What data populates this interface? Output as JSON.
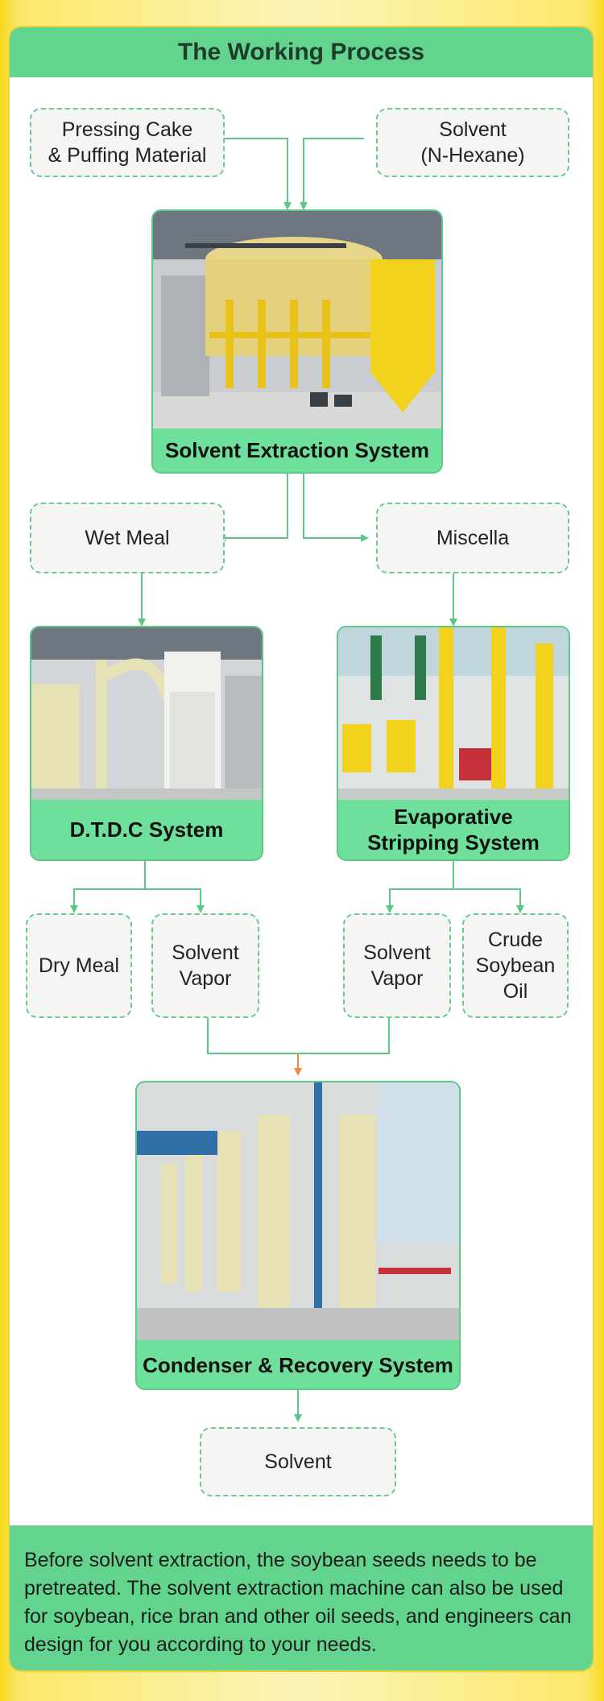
{
  "title": "The Working Process",
  "inputs": {
    "pressing_cake": "Pressing Cake\n& Puffing Material",
    "solvent_in": "Solvent\n(N-Hexane)"
  },
  "systems": {
    "extraction": "Solvent Extraction System",
    "dtdc": "D.T.D.C System",
    "evaporative": "Evaporative\nStripping System",
    "condenser": "Condenser & Recovery System"
  },
  "outputs": {
    "wet_meal": "Wet Meal",
    "miscella": "Miscella",
    "dry_meal": "Dry Meal",
    "solvent_vapor_left": "Solvent\nVapor",
    "solvent_vapor_right": "Solvent\nVapor",
    "crude_oil": "Crude\nSoybean\nOil",
    "solvent_out": "Solvent"
  },
  "colors": {
    "accent_green": "#63d48d",
    "arrow_green": "#5cc885",
    "merge_arrow": "#f08a3a",
    "border_yellow": "#f7d81a"
  },
  "footer_text": "Before solvent extraction, the soybean seeds needs to be pretreated. The solvent extraction machine can also be used for soybean, rice bran and other oil seeds, and engineers can design for you according to your needs."
}
